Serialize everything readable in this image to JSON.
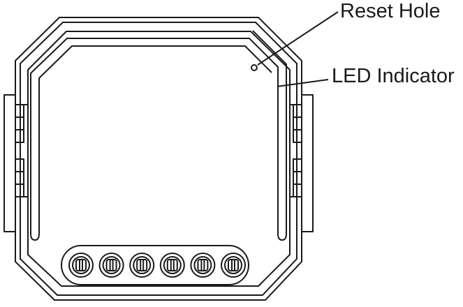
{
  "diagram": {
    "callouts": {
      "reset_hole": "Reset Hole",
      "led_indicator": "LED Indicator"
    },
    "terminal_count": 6,
    "colors": {
      "stroke": "#1a1a1a",
      "background": "#ffffff"
    }
  }
}
